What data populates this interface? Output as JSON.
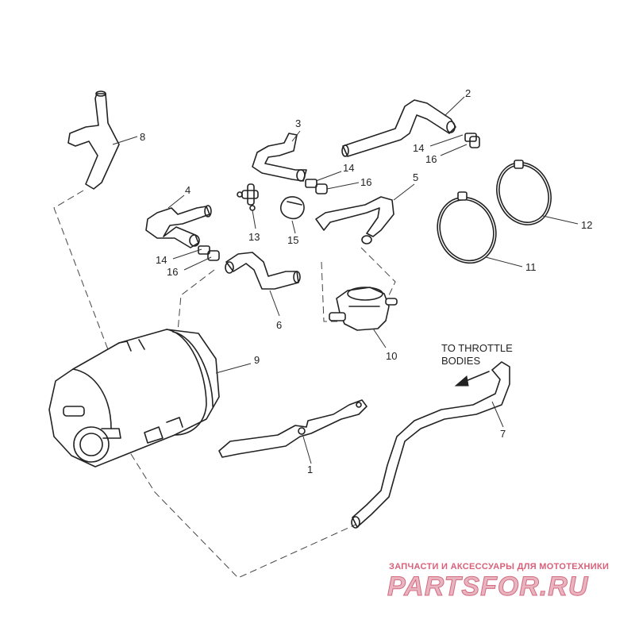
{
  "labels": {
    "p1": "1",
    "p2": "2",
    "p3": "3",
    "p4": "4",
    "p5": "5",
    "p6": "6",
    "p7": "7",
    "p8": "8",
    "p9": "9",
    "p10": "10",
    "p11": "11",
    "p12": "12",
    "p13": "13",
    "p14a": "14",
    "p14b": "14",
    "p14c": "14",
    "p15": "15",
    "p16a": "16",
    "p16b": "16",
    "p16c": "16"
  },
  "annotation": {
    "line1": "TO THROTTLE",
    "line2": "BODIES"
  },
  "watermark": {
    "tagline": "ЗАПЧАСТИ И АКСЕССУАРЫ ДЛЯ МОТОТЕХНИКИ",
    "brand": "PARTSFOR.RU"
  }
}
